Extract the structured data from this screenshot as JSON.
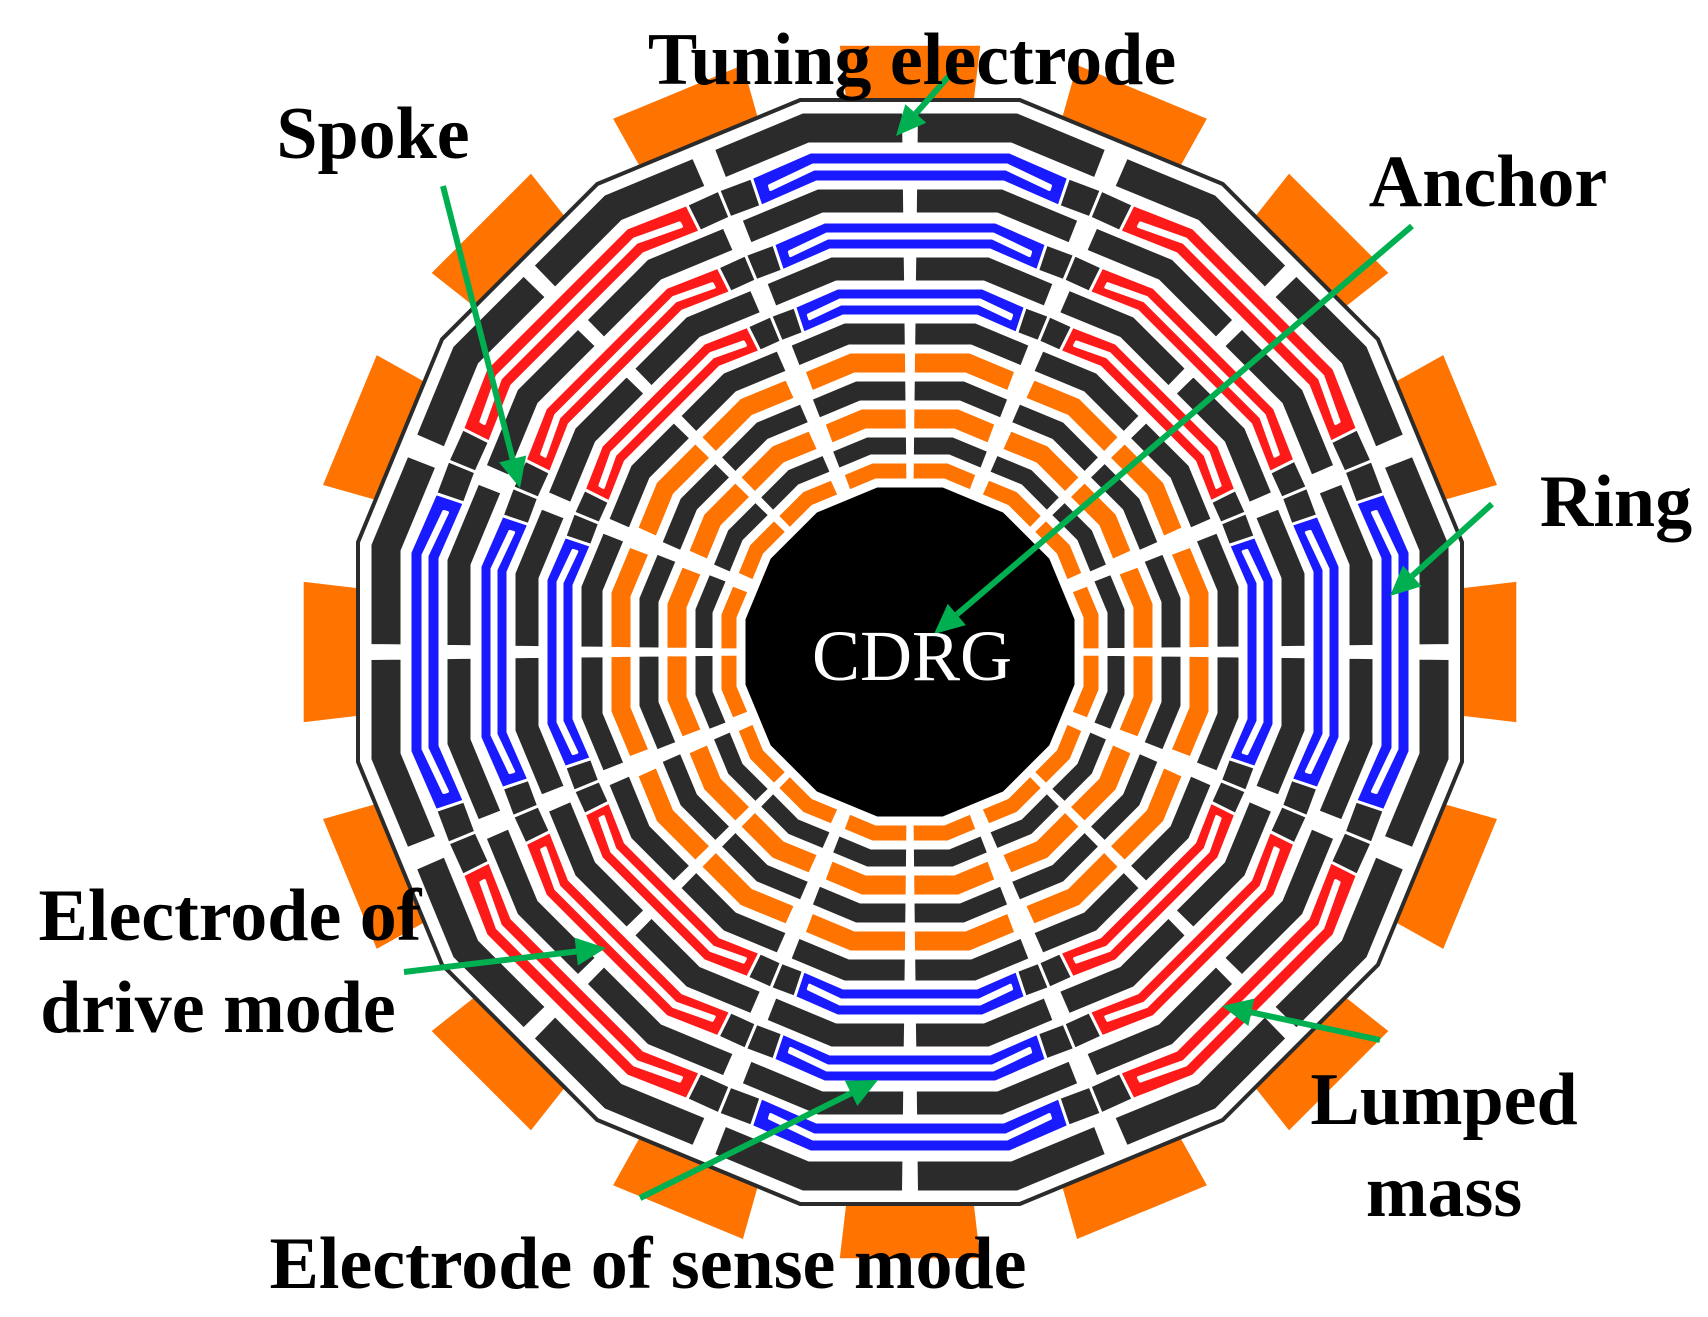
{
  "labels": {
    "tuning_electrode": "Tuning electrode",
    "spoke": "Spoke",
    "anchor": "Anchor",
    "ring": "Ring",
    "electrode_drive_line1": "Electrode of",
    "electrode_drive_line2": "drive mode",
    "lumped_line1": "Lumped",
    "lumped_line2": "mass",
    "electrode_sense": "Electrode of sense mode",
    "center": "CDRG"
  },
  "colors": {
    "tuning_electrode": "#ff7300",
    "ring": "#2b2b2b",
    "drive_electrode": "#ff1a1a",
    "sense_electrode": "#1a1aff",
    "anchor": "#000000",
    "pointer": "#00b050"
  }
}
